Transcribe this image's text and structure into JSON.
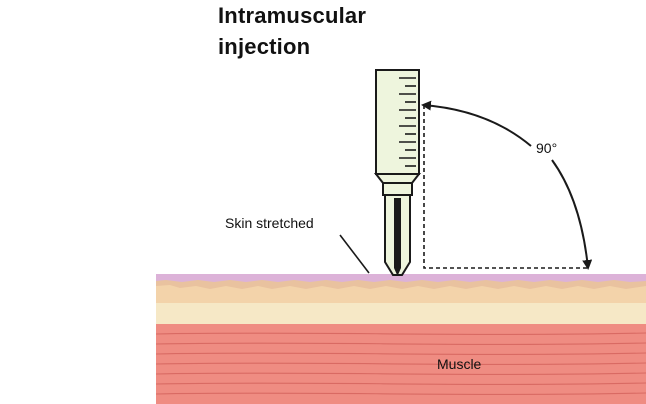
{
  "title": {
    "line1": "Intramuscular",
    "line2": "injection"
  },
  "labels": {
    "angle": "90°",
    "skin": "Skin stretched",
    "muscle": "Muscle"
  },
  "colors": {
    "syringe_fill": "#eef5dd",
    "skin_top": "#dcb2d8",
    "dermis": "#f3d3aa",
    "subcutaneous": "#f6e8c6",
    "muscle": "#ef8c82",
    "muscle_lines": "#d96a63",
    "outline": "#1a1a1a"
  }
}
